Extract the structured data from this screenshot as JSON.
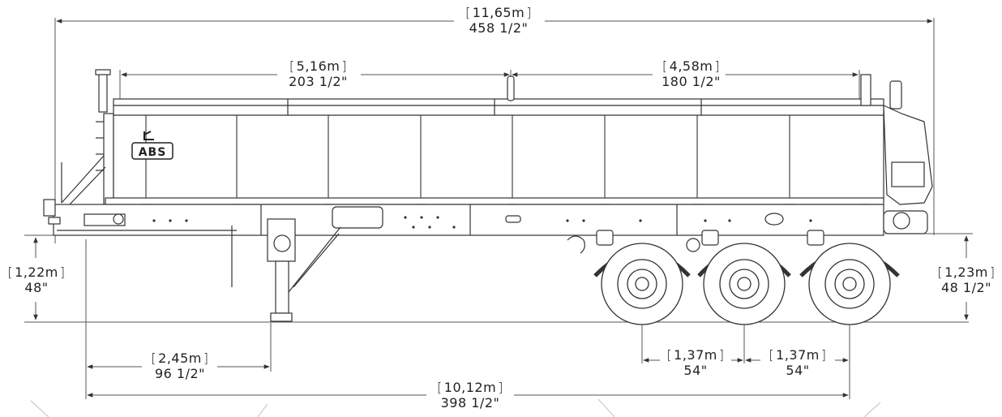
{
  "logo": "ABS",
  "dimensions": {
    "overall_length": {
      "metric": "11,65m",
      "imperial": "458 1/2\""
    },
    "front_box": {
      "metric": "5,16m",
      "imperial": "203 1/2\""
    },
    "rear_box": {
      "metric": "4,58m",
      "imperial": "180 1/2\""
    },
    "kingpin_height": {
      "metric": "1,22m",
      "imperial": "48\""
    },
    "rear_height": {
      "metric": "1,23m",
      "imperial": "48 1/2\""
    },
    "kingpin_to_gear": {
      "metric": "2,45m",
      "imperial": "96 1/2\""
    },
    "axle_spacing_1": {
      "metric": "1,37m",
      "imperial": "54\""
    },
    "axle_spacing_2": {
      "metric": "1,37m",
      "imperial": "54\""
    },
    "kingpin_to_rear_axle": {
      "metric": "10,12m",
      "imperial": "398 1/2\""
    }
  }
}
